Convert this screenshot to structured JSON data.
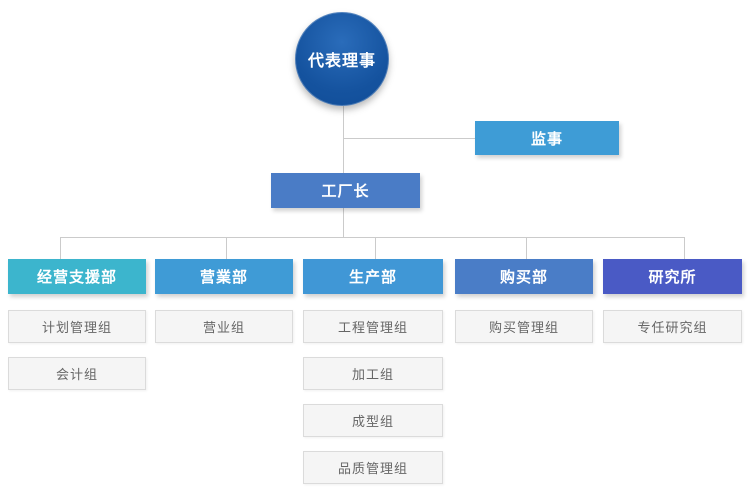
{
  "chart": {
    "type": "org-chart",
    "root": {
      "label": "代表理事"
    },
    "supervisor": {
      "label": "监事",
      "color": "#3e9cd6"
    },
    "factory_head": {
      "label": "工厂长",
      "color": "#4a7cc6"
    },
    "line_color": "#cbcbcb",
    "departments": [
      {
        "label": "经营支援部",
        "color": "#3cb5cd",
        "children": [
          "计划管理组",
          "会计组"
        ]
      },
      {
        "label": "营業部",
        "color": "#3f9bd6",
        "children": [
          "营业组"
        ]
      },
      {
        "label": "生产部",
        "color": "#4097d6",
        "children": [
          "工程管理组",
          "加工组",
          "成型组",
          "品质管理组"
        ]
      },
      {
        "label": "购买部",
        "color": "#4a7dc7",
        "children": [
          "购买管理组"
        ]
      },
      {
        "label": "研究所",
        "color": "#4a5ac5",
        "children": [
          "专任研究组"
        ]
      }
    ]
  }
}
